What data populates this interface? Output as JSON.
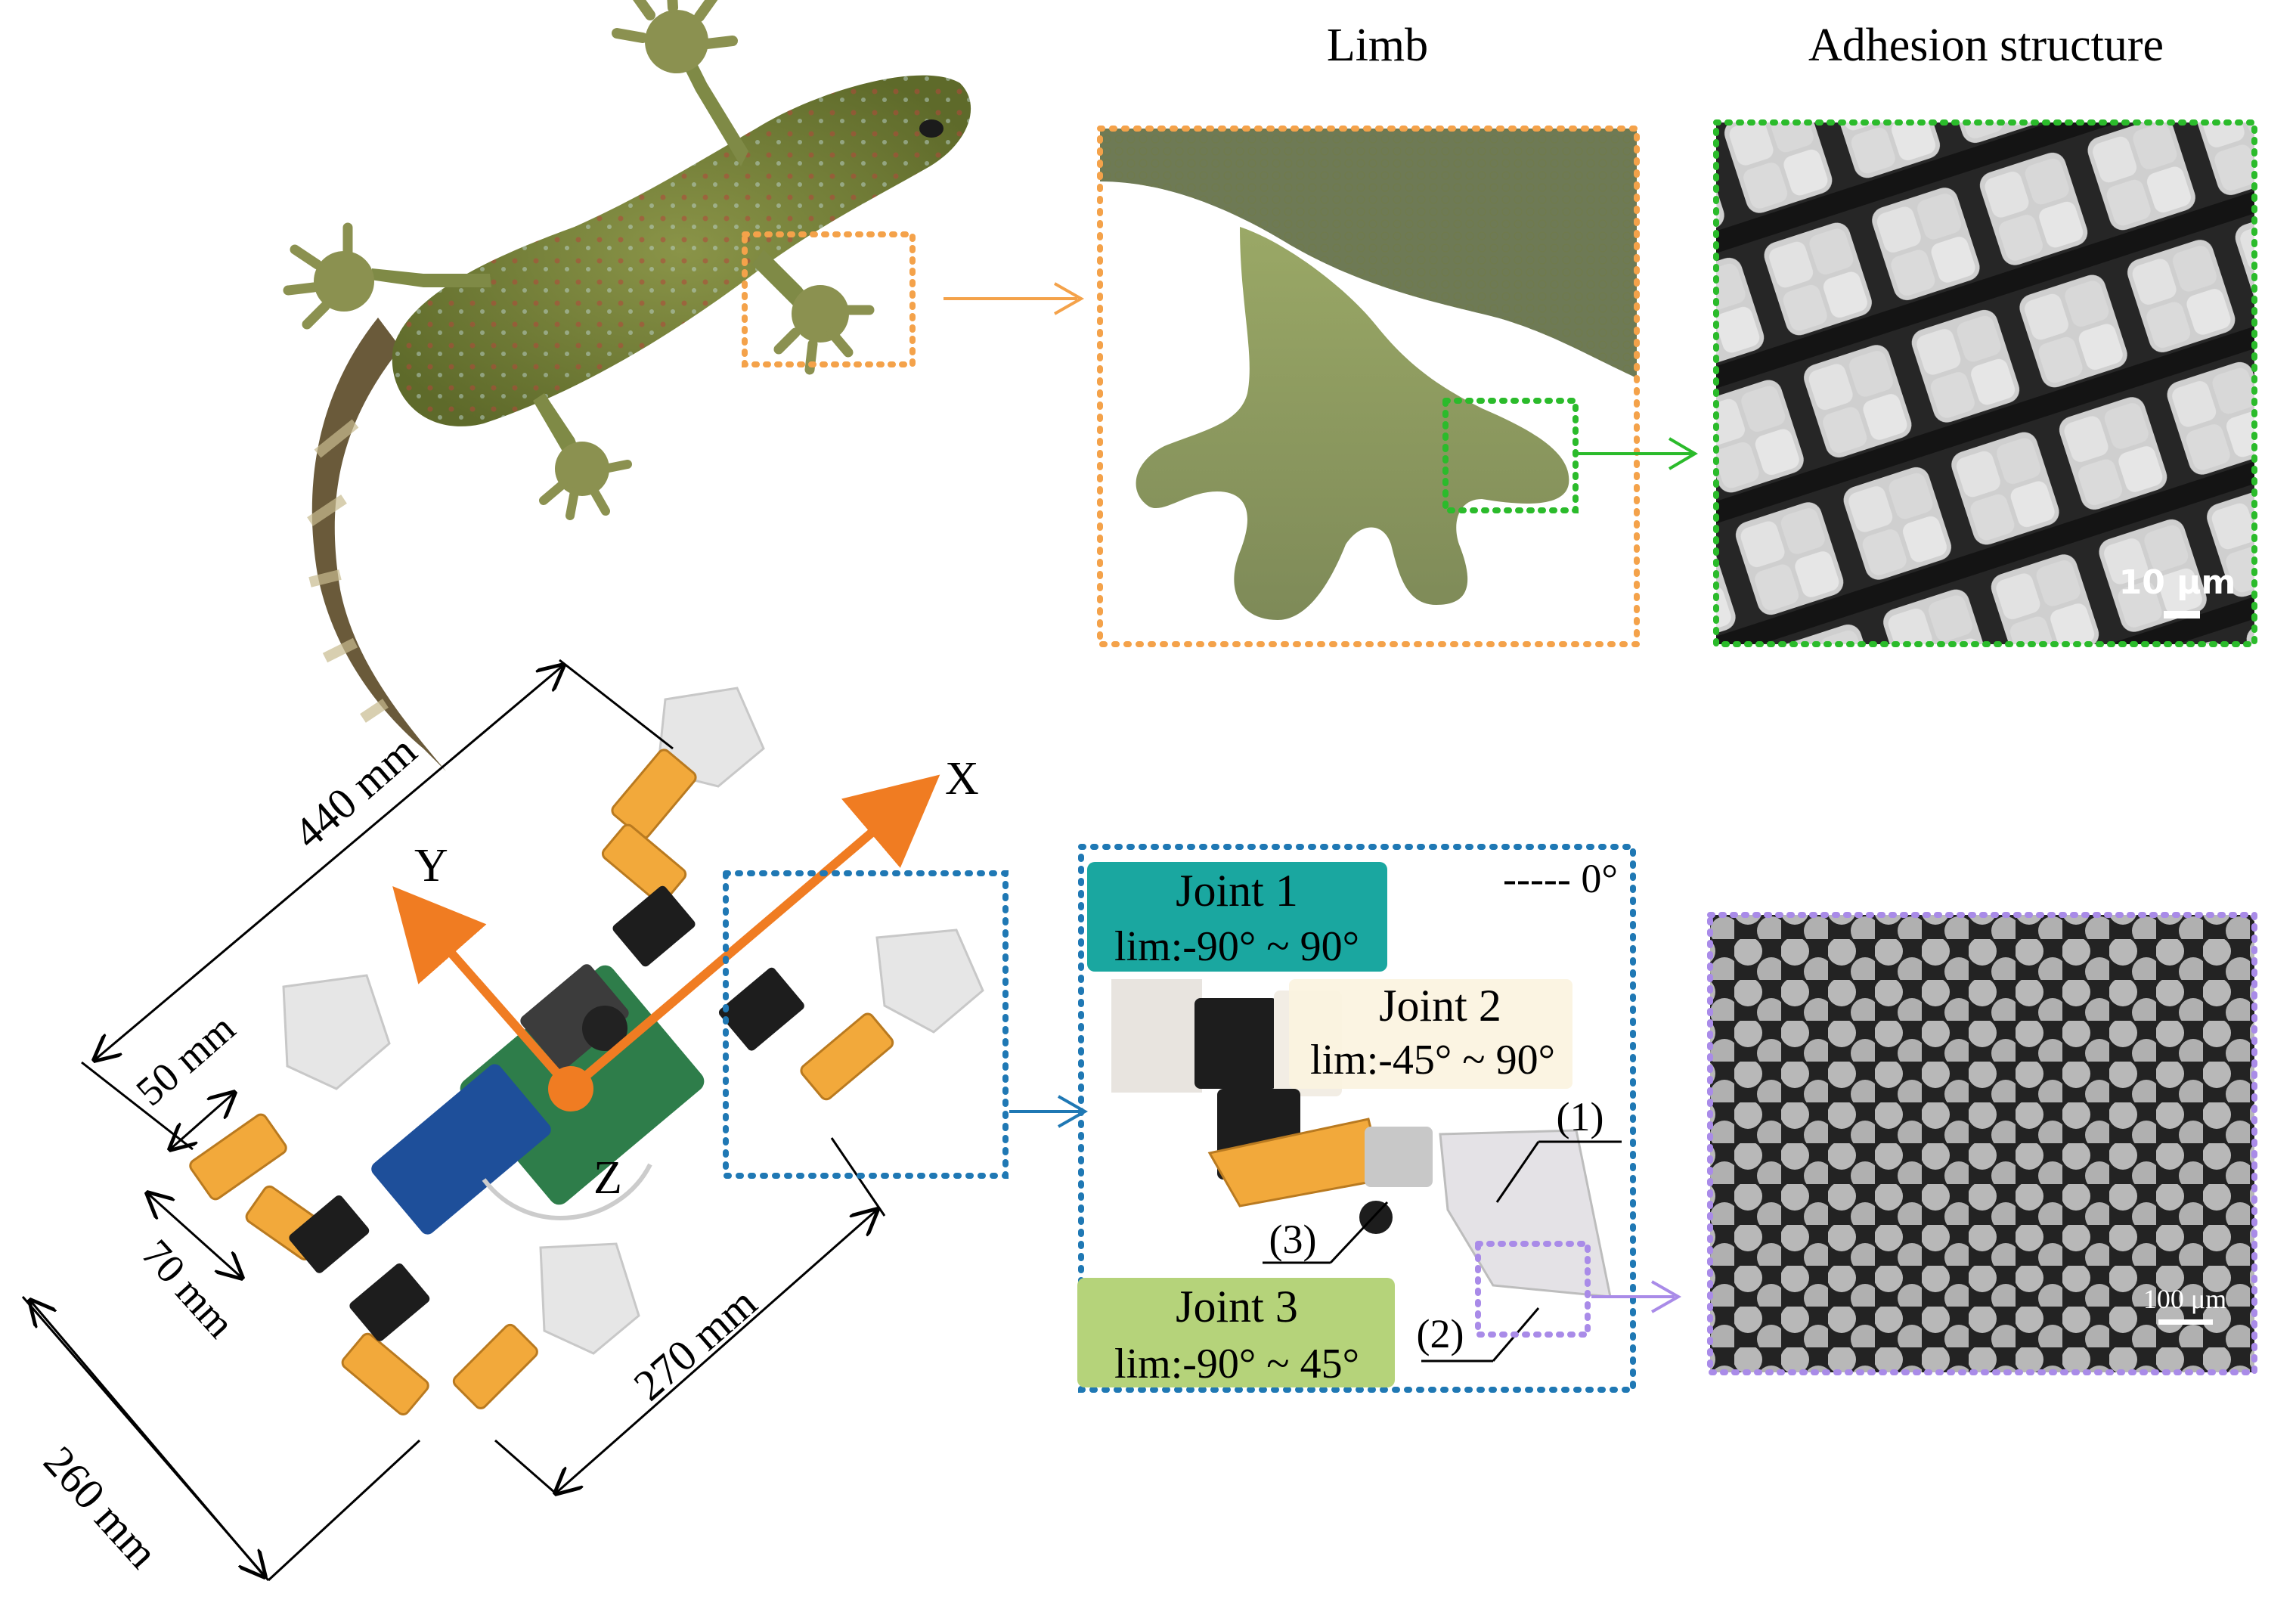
{
  "titles": {
    "limb": "Limb",
    "adhesion": "Adhesion structure"
  },
  "scale_bars": {
    "setae": "10 μm",
    "pillars": "100 μm"
  },
  "dimensions": {
    "length": "440 mm",
    "w1": "50 mm",
    "w2": "70 mm",
    "width": "260 mm",
    "leg_span": "270 mm"
  },
  "axes": {
    "x": "X",
    "y": "Y",
    "z": "Z"
  },
  "joints": {
    "j1_title": "Joint 1",
    "j1_range": "lim:-90° ~ 90°",
    "j2_title": "Joint 2",
    "j2_range": "lim:-45° ~ 90°",
    "j3_title": "Joint 3",
    "j3_range": "lim:-90° ~ 45°",
    "zero_label": "----- 0°"
  },
  "parts": {
    "p1": "(1)",
    "p2": "(2)",
    "p3": "(3)"
  },
  "colors": {
    "orange": "#f4a24a",
    "green": "#2bbb2b",
    "blue": "#1f78b4",
    "purple": "#a98be8",
    "axis": "#f07c22",
    "joint1": "#1aa7a0",
    "joint2": "#fbf3df",
    "joint3": "#b5d37a"
  }
}
